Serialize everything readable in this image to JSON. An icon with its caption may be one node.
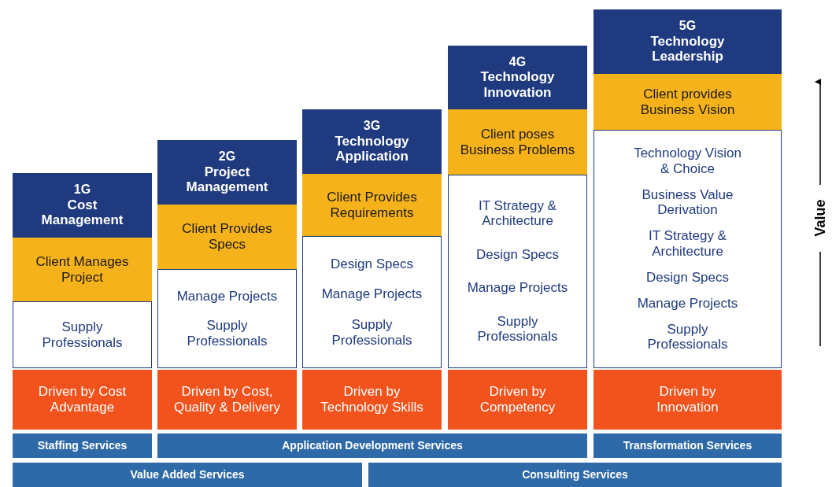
{
  "diagram": {
    "nodes": [
      {
        "text": [
          "1G",
          "Cost Management"
        ]
      },
      {
        "text": [
          "Client Manages Project"
        ]
      },
      {
        "text": [
          "Supply Professionals"
        ]
      },
      {
        "text": [
          "Driven by Cost Advantage"
        ]
      },
      {
        "text": [
          "2G",
          "Project Management"
        ]
      },
      {
        "text": [
          "Client Provides Specs"
        ]
      },
      {
        "text": [
          "Manage Projects",
          "Supply Professionals"
        ]
      },
      {
        "text": [
          "Driven by Cost, Quality & Delivery"
        ]
      },
      {
        "text": [
          "3G",
          "Technology Application"
        ]
      },
      {
        "text": [
          "Client Provides Requirements"
        ]
      },
      {
        "text": [
          "Design Specs",
          "Manage Projects",
          "Supply Professionals"
        ]
      },
      {
        "text": [
          "Driven by Technology Skills"
        ]
      },
      {
        "text": [
          "4G",
          "Technology Innovation"
        ]
      },
      {
        "text": [
          "Client poses Business Problems"
        ]
      },
      {
        "text": [
          "IT Strategy & Architecture",
          "Design Specs",
          "Manage Projects",
          "Supply Professionals"
        ]
      },
      {
        "text": [
          "Driven by Competency"
        ]
      },
      {
        "text": [
          "5G",
          "Technology Leadership"
        ]
      },
      {
        "text": [
          "Client provides Business Vision"
        ]
      },
      {
        "text": [
          "Technology Vision & Choice",
          "Business Value Derivation",
          "IT Strategy & Architecture",
          "Design Specs",
          "Manage Projects",
          "Supply Professionals"
        ]
      },
      {
        "text": [
          "Driven by Innovation"
        ]
      },
      {
        "text": [
          "Staffing Services"
        ]
      },
      {
        "text": [
          "Application Development Services"
        ]
      },
      {
        "text": [
          "Transformation Services"
        ]
      },
      {
        "text": [
          "Value Added Services"
        ]
      },
      {
        "text": [
          "Consulting Services"
        ]
      }
    ],
    "labels": [
      "Value"
    ]
  }
}
